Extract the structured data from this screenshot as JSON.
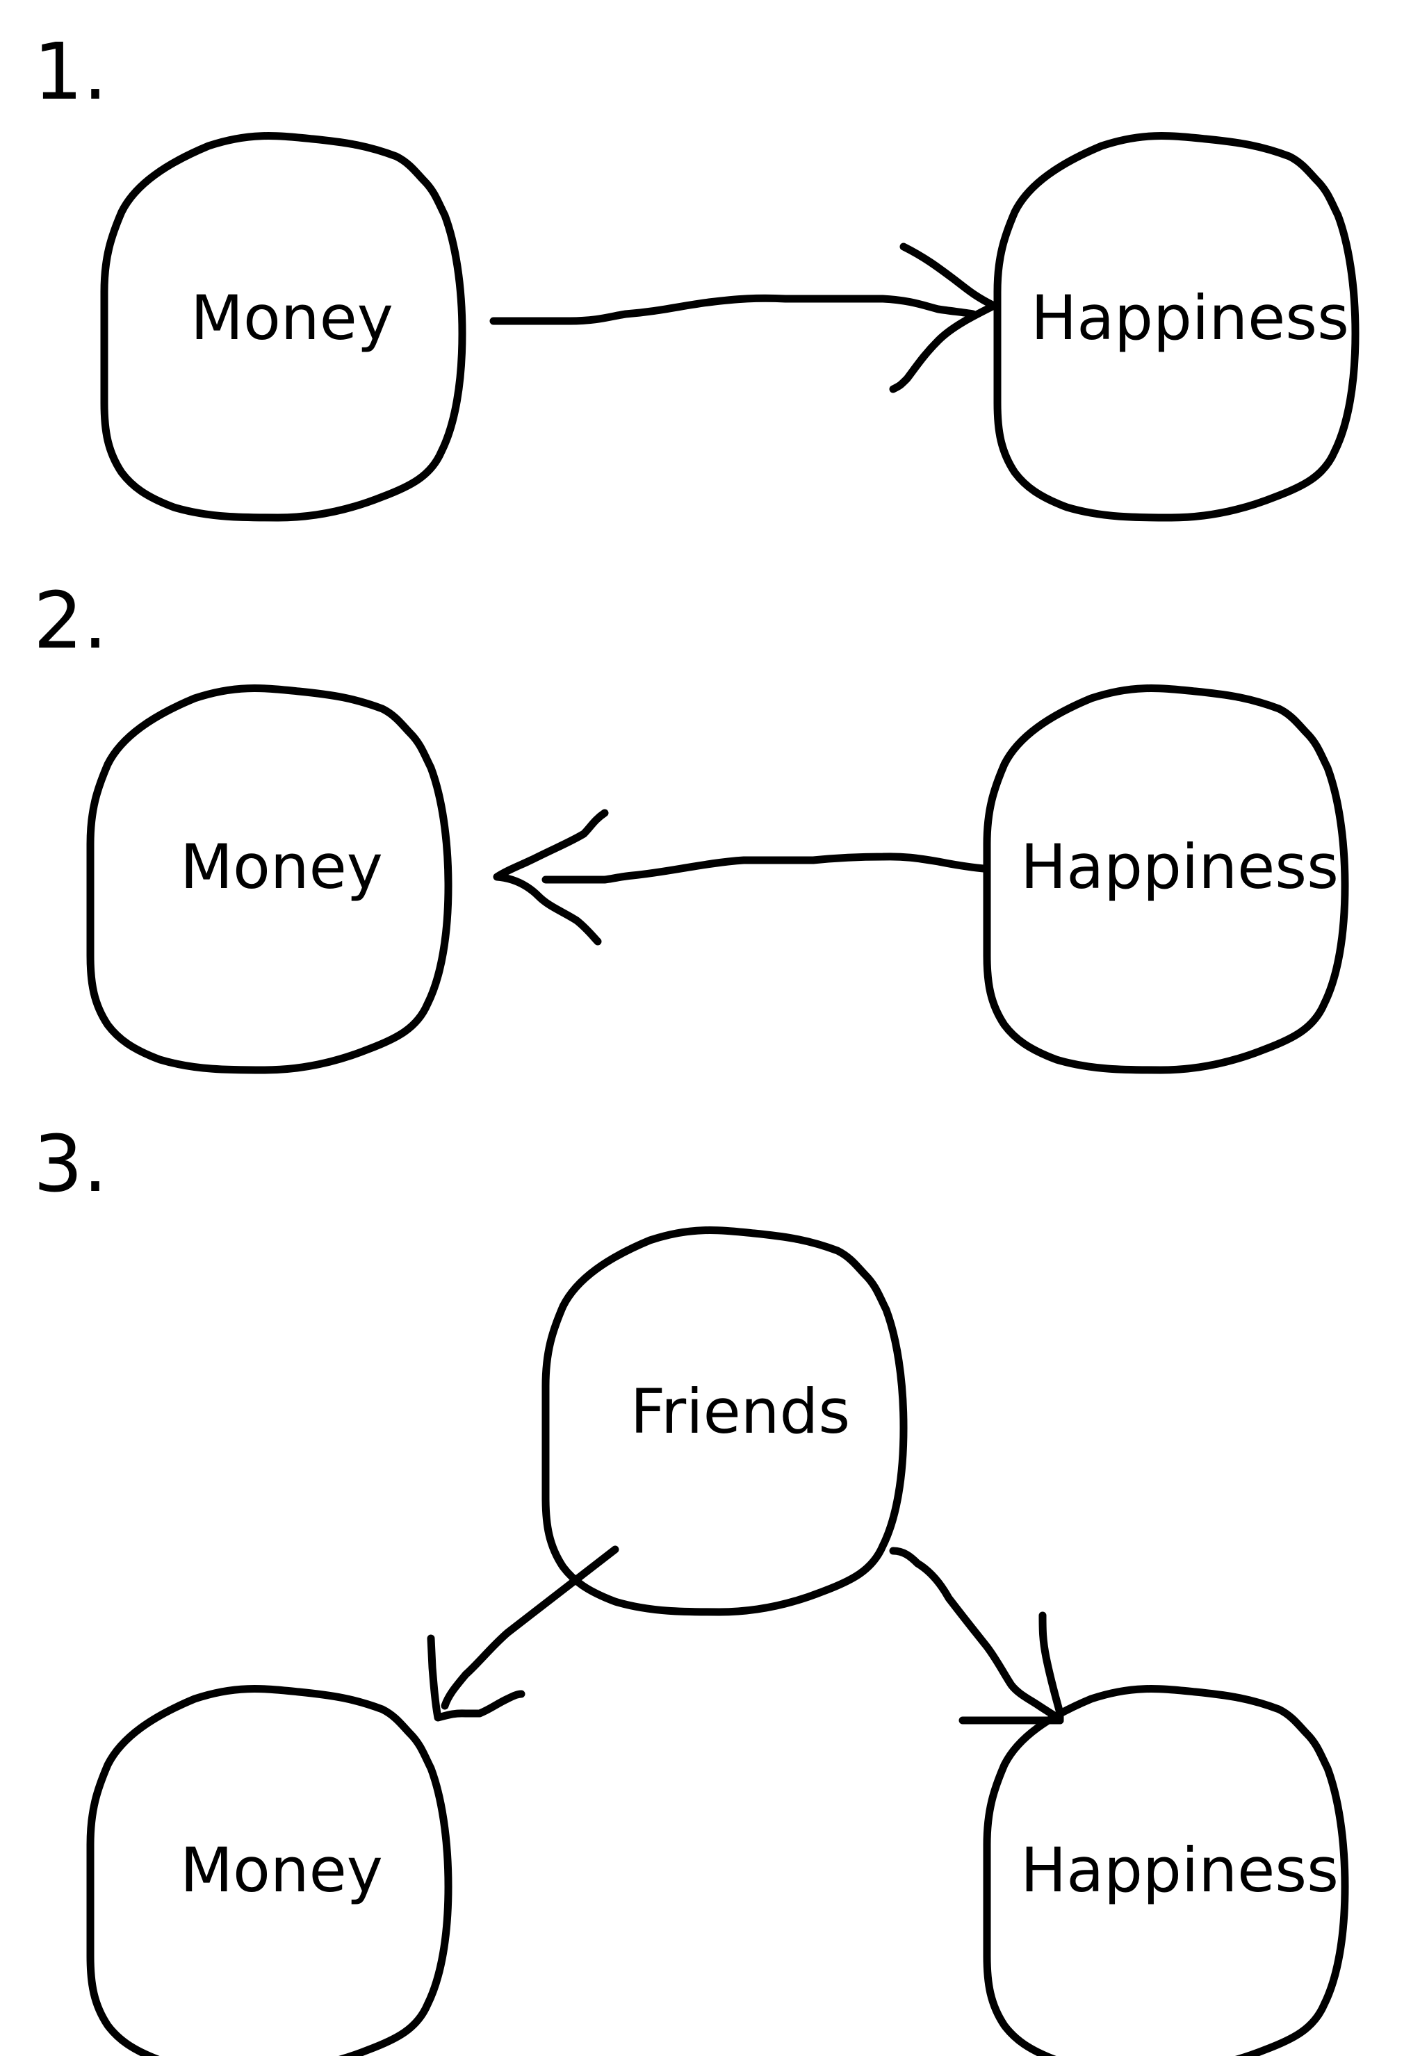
{
  "panels": [
    {
      "number": "1.",
      "nodes": {
        "money": "Money",
        "happiness": "Happiness"
      },
      "edge": "money-to-happiness"
    },
    {
      "number": "2.",
      "nodes": {
        "money": "Money",
        "happiness": "Happiness"
      },
      "edge": "happiness-to-money"
    },
    {
      "number": "3.",
      "nodes": {
        "friends": "Friends",
        "money": "Money",
        "happiness": "Happiness"
      },
      "edges": [
        "friends-to-money",
        "friends-to-happiness"
      ]
    }
  ],
  "colors": {
    "ink": "#000000",
    "background": "#ffffff"
  }
}
